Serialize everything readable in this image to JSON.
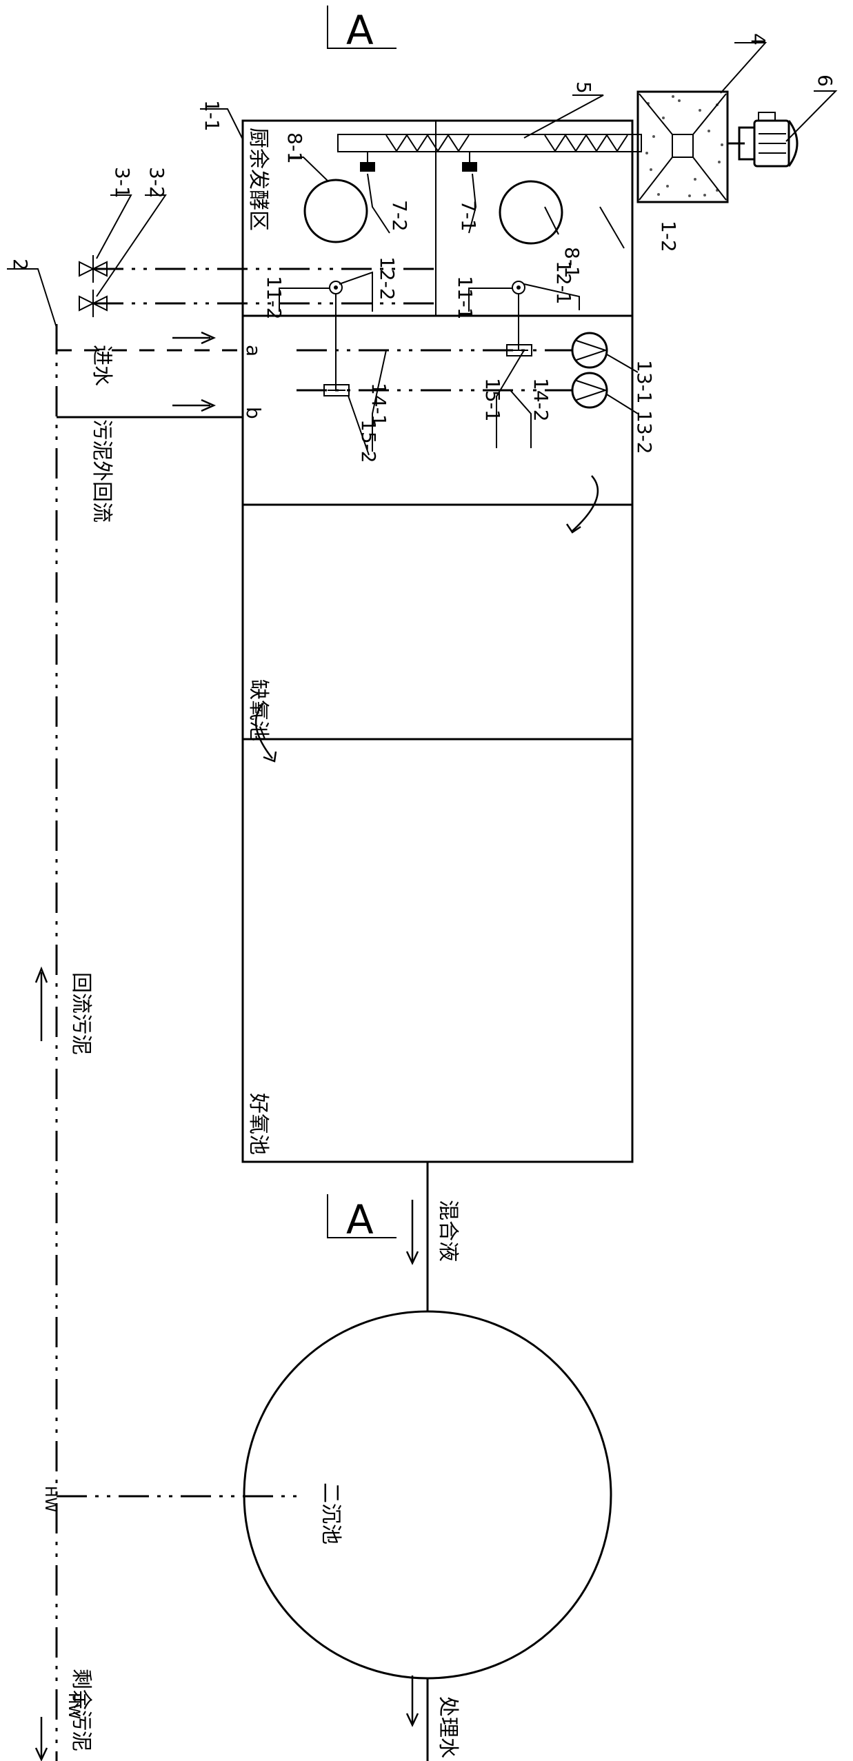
{
  "section_mark": "A",
  "labels": {
    "n1_1": "1-1",
    "n1_2": "1-2",
    "n2": "2",
    "n3_1": "3-1",
    "n3_2": "3-2",
    "n4": "4",
    "n5": "5",
    "n6": "6",
    "n7_1": "7-1",
    "n7_2": "7-2",
    "n8_1_left": "8-1",
    "n8_1_right": "8-1",
    "n11_1": "11-1",
    "n11_2": "11-2",
    "n12_1": "12-1",
    "n12_2": "12-2",
    "n13_1": "13-1",
    "n13_2": "13-2",
    "n14_1": "14-1",
    "n14_2": "14-2",
    "n15_1": "15-1",
    "n15_2": "15-2",
    "point_a": "a",
    "point_b": "b",
    "hw_upper": "HW",
    "hw_lower": "HW"
  },
  "zones": {
    "kitchen_fermentation": "厨余发酵区",
    "anoxic_tank": "缺氧池",
    "aerobic_tank": "好氧池",
    "secondary_clarifier": "二沉池"
  },
  "flows": {
    "influent": "进水",
    "external_sludge_return": "污泥外回流",
    "return_sludge": "回流污泥",
    "mixed_liquor": "混合液",
    "treated_water": "处理水",
    "excess_sludge": "剩余污泥"
  }
}
